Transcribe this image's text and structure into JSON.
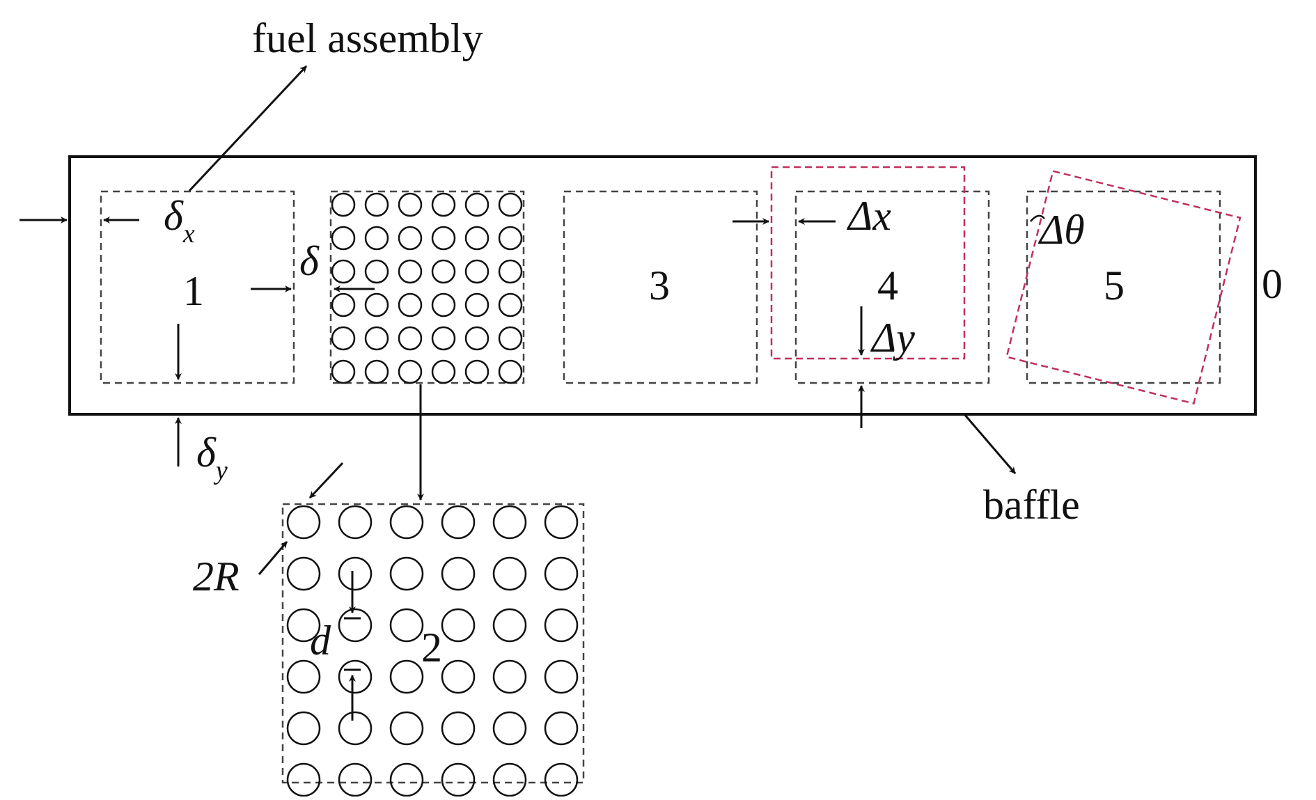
{
  "labels": {
    "fuel_assembly": "fuel assembly",
    "baffle": "baffle",
    "baffle_id": "0"
  },
  "assemblies": [
    {
      "id": "1"
    },
    {
      "id": ""
    },
    {
      "id": "3"
    },
    {
      "id": "4"
    },
    {
      "id": "5"
    }
  ],
  "detail": {
    "id": "2",
    "rows": 6,
    "cols": 6
  },
  "symbols": {
    "delta_x": "δ",
    "delta_x_sub": "x",
    "delta_y": "δ",
    "delta_y_sub": "y",
    "delta": "δ",
    "dx": "Δx",
    "dy": "Δy",
    "dtheta": "Δθ",
    "two_r": "2R",
    "d": "d"
  },
  "colors": {
    "line": "#111111",
    "dashed": "#444444",
    "displaced": "#c0305a"
  }
}
